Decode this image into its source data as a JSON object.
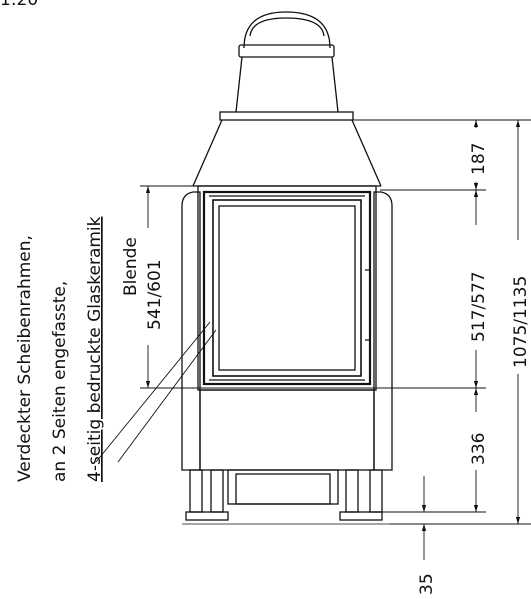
{
  "scale_label": "1:20",
  "note_lines": [
    "Verdeckter Scheibenrahmen,",
    "an 2 Seiten engefasste,",
    "4-seitig bedruckte Glaskeramik"
  ],
  "blende_label": "Blende",
  "blende_value": "541/601",
  "dimensions": {
    "top_section": "187",
    "window_height": "517/577",
    "total_height": "1075/1135",
    "base_section": "336",
    "foot": "35"
  }
}
